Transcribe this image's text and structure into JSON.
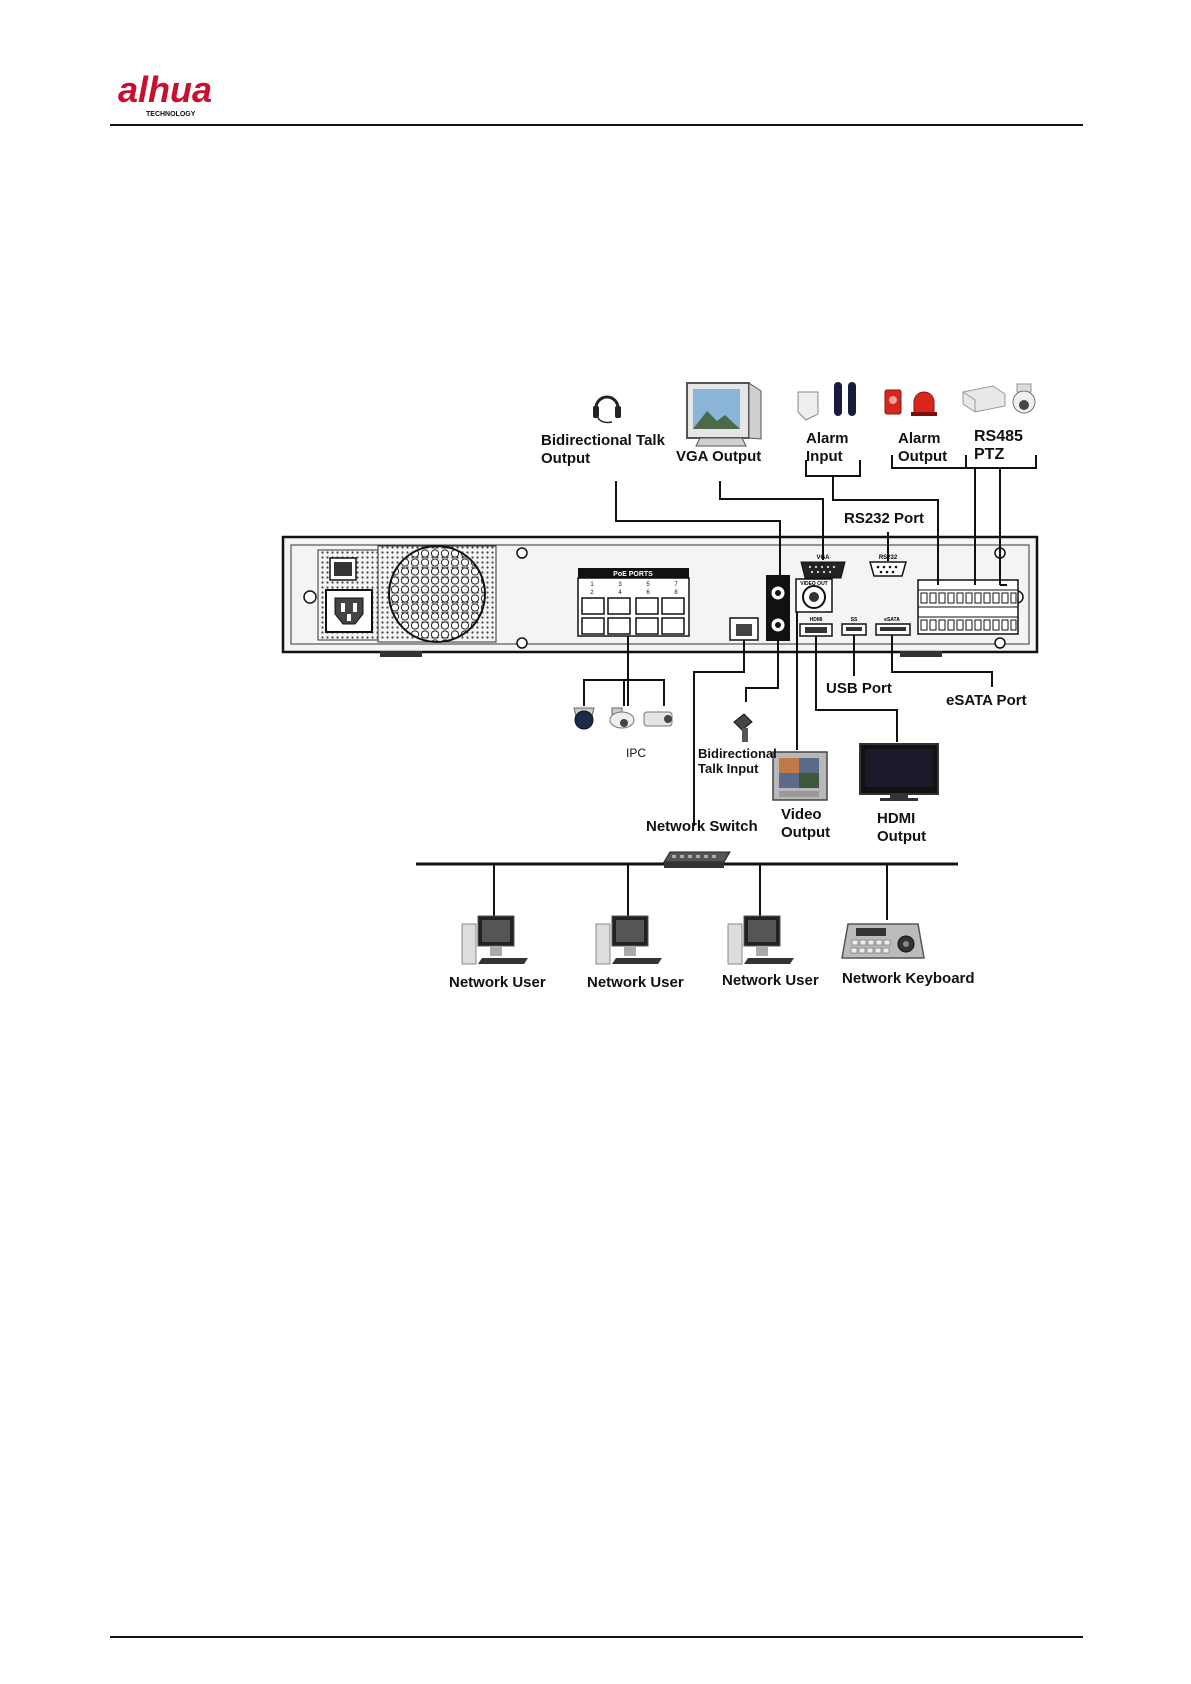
{
  "header": {
    "brand": "alhua",
    "brand_sub": "TECHNOLOGY"
  },
  "diagram": {
    "device_labels": {
      "poe_ports": "PoE PORTS",
      "poe_numbers": [
        "1",
        "3",
        "5",
        "7",
        "2",
        "4",
        "6",
        "8"
      ],
      "vga": "VGA",
      "rs232": "RS232",
      "video_out": "VIDEO OUT",
      "hdmi": "HDMI",
      "usb": "SS",
      "esata": "eSATA"
    },
    "labels": {
      "bidirectional_talk_output": "Bidirectional Talk\nOutput",
      "vga_output": "VGA Output",
      "alarm_input": "Alarm\nInput",
      "alarm_output": "Alarm\nOutput",
      "rs485_ptz": "RS485\nPTZ",
      "rs232_port": "RS232 Port",
      "usb_port": "USB Port",
      "esata_port": "eSATA Port",
      "ipc": "IPC",
      "bidirectional_talk_input": "Bidirectional\nTalk Input",
      "video_output": "Video\nOutput",
      "hdmi_output": "HDMI\nOutput",
      "network_switch": "Network Switch",
      "network_user_1": "Network User",
      "network_user_2": "Network User",
      "network_user_3": "Network User",
      "network_keyboard": "Network Keyboard"
    }
  }
}
